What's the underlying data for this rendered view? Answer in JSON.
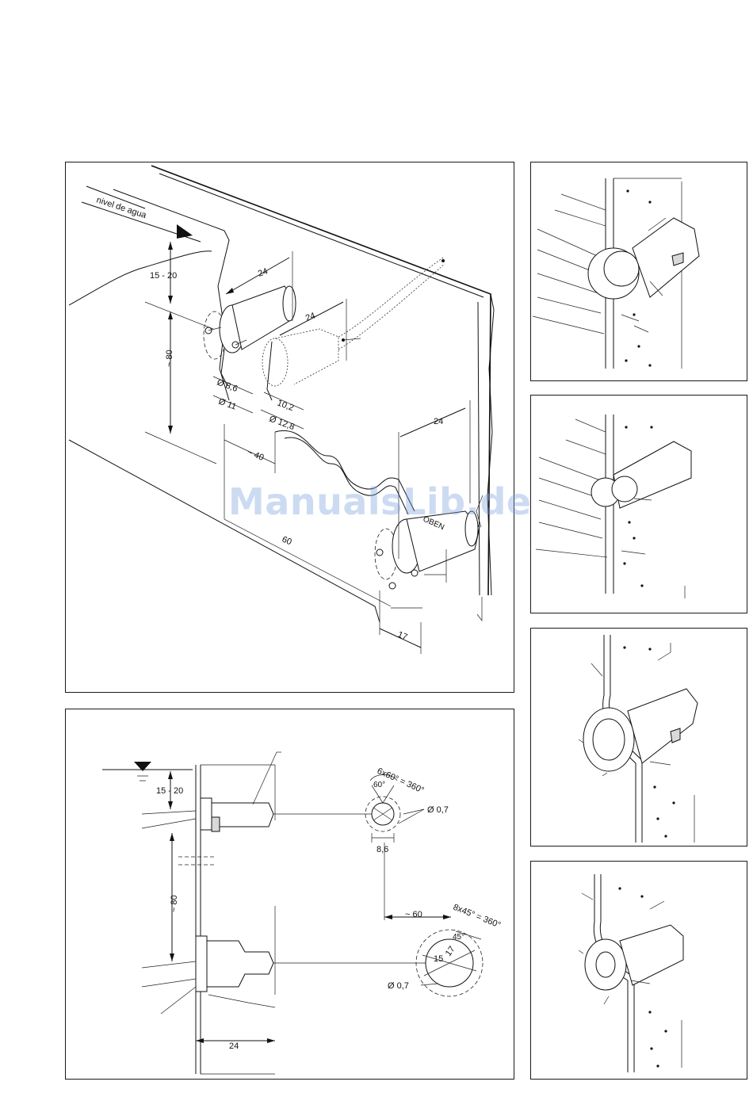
{
  "main_view": {
    "water_level_label": "nivel de agua",
    "dim_depth": "15 - 20",
    "dim_spacing_v": "~ 80",
    "dim_24_a": "24",
    "dim_24_b": "24",
    "dim_24_c": "24",
    "dim_d86": "Ø 8,6",
    "dim_d11": "Ø 11",
    "dim_102": "10,2",
    "dim_d128": "Ø 12,8",
    "dim_40": "~ 40",
    "dim_60": "60",
    "dim_17": "17",
    "oben_text": "OBEN"
  },
  "section_view": {
    "dim_depth": "15 - 20",
    "dim_80": "~ 80",
    "dim_24": "24",
    "dim_60": "~ 60",
    "pattern_top": "6x60° = 360°",
    "angle_top": "60°",
    "hole_top": "Ø 0,7",
    "dia_top": "8,6",
    "pattern_bottom": "8x45° = 360°",
    "angle_bottom": "45°",
    "dia_15": "15",
    "dia_17": "17",
    "hole_bottom": "Ø 0,7"
  },
  "watermark": "ManualsLib.de"
}
